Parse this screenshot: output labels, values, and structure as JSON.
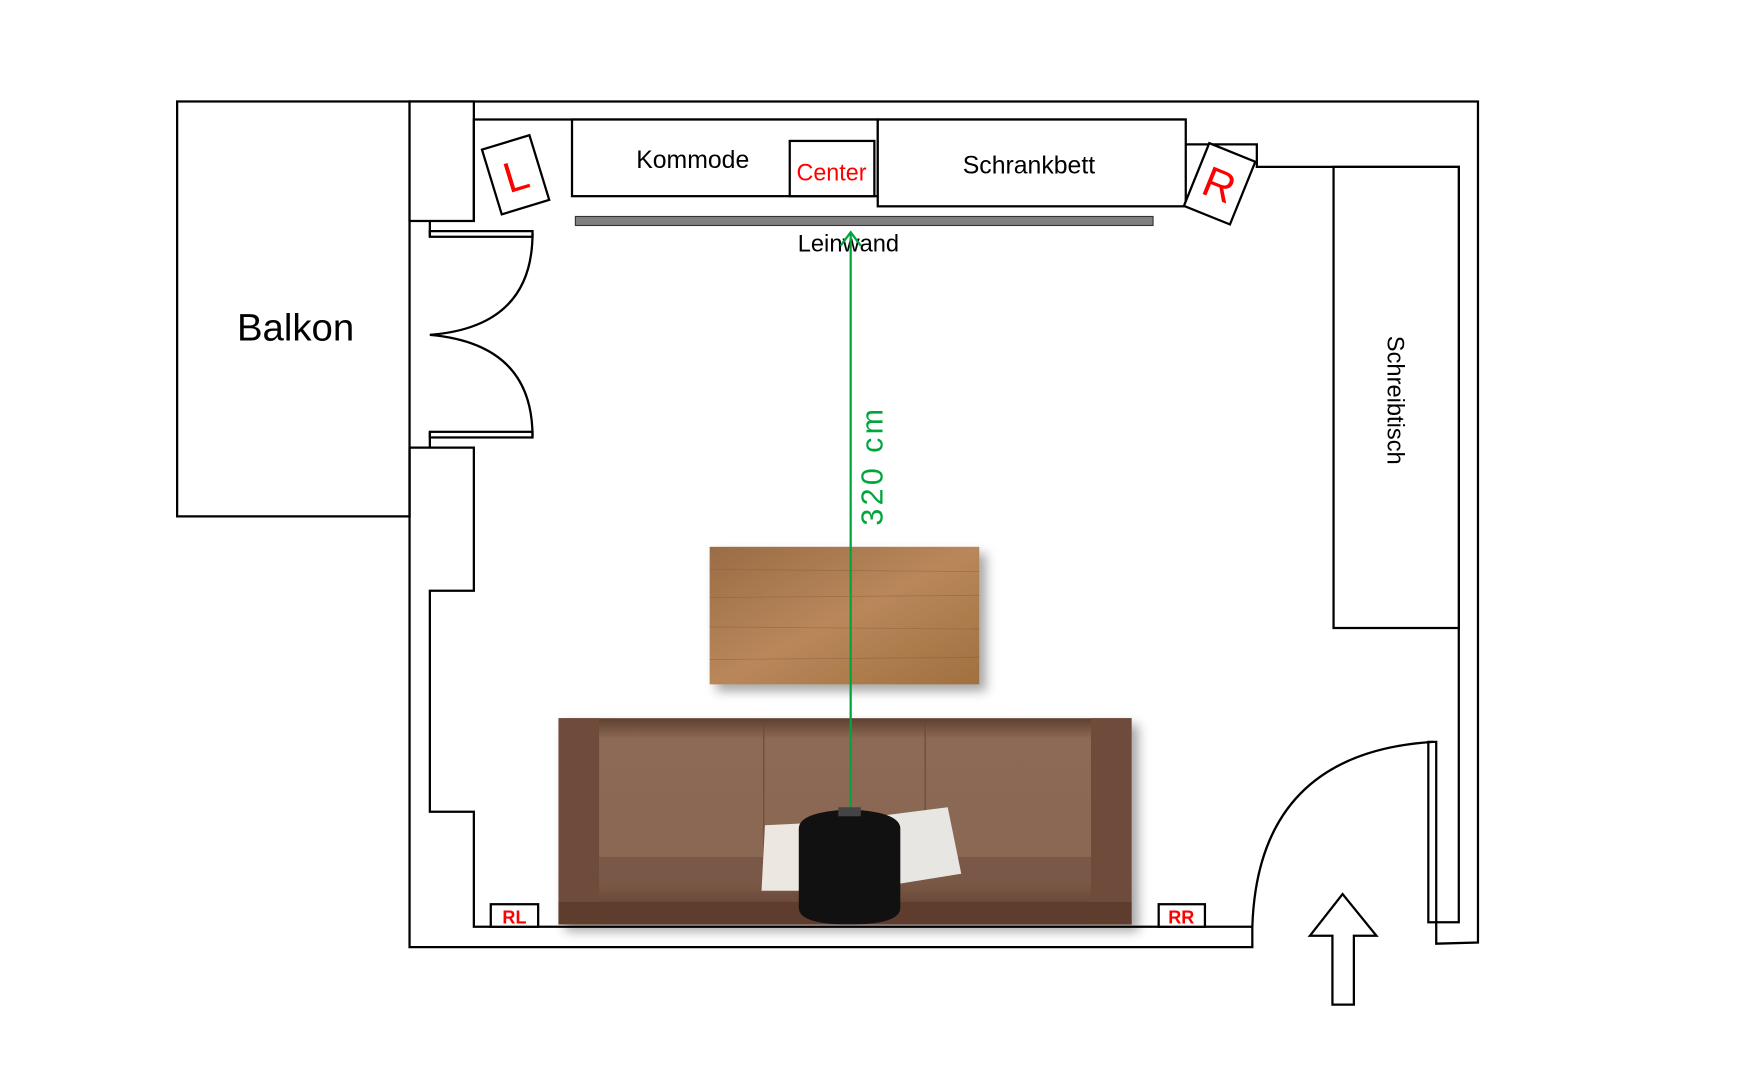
{
  "title": "Room floor plan",
  "rooms": {
    "balcony": "Balkon"
  },
  "furniture": {
    "dresser": "Kommode",
    "cabinet_bed": "Schrankbett",
    "desk": "Schreibtisch",
    "screen": "Leinwand"
  },
  "speakers": {
    "left": "L",
    "center": "Center",
    "right": "R",
    "rear_left": "RL",
    "rear_right": "RR"
  },
  "measurement": {
    "distance": "320 cm"
  },
  "colors": {
    "speaker_text": "#ff0000",
    "measure_line": "#00a63c",
    "screen": "#808080",
    "sofa": "#7d5a48",
    "table": "#a87a4f"
  }
}
